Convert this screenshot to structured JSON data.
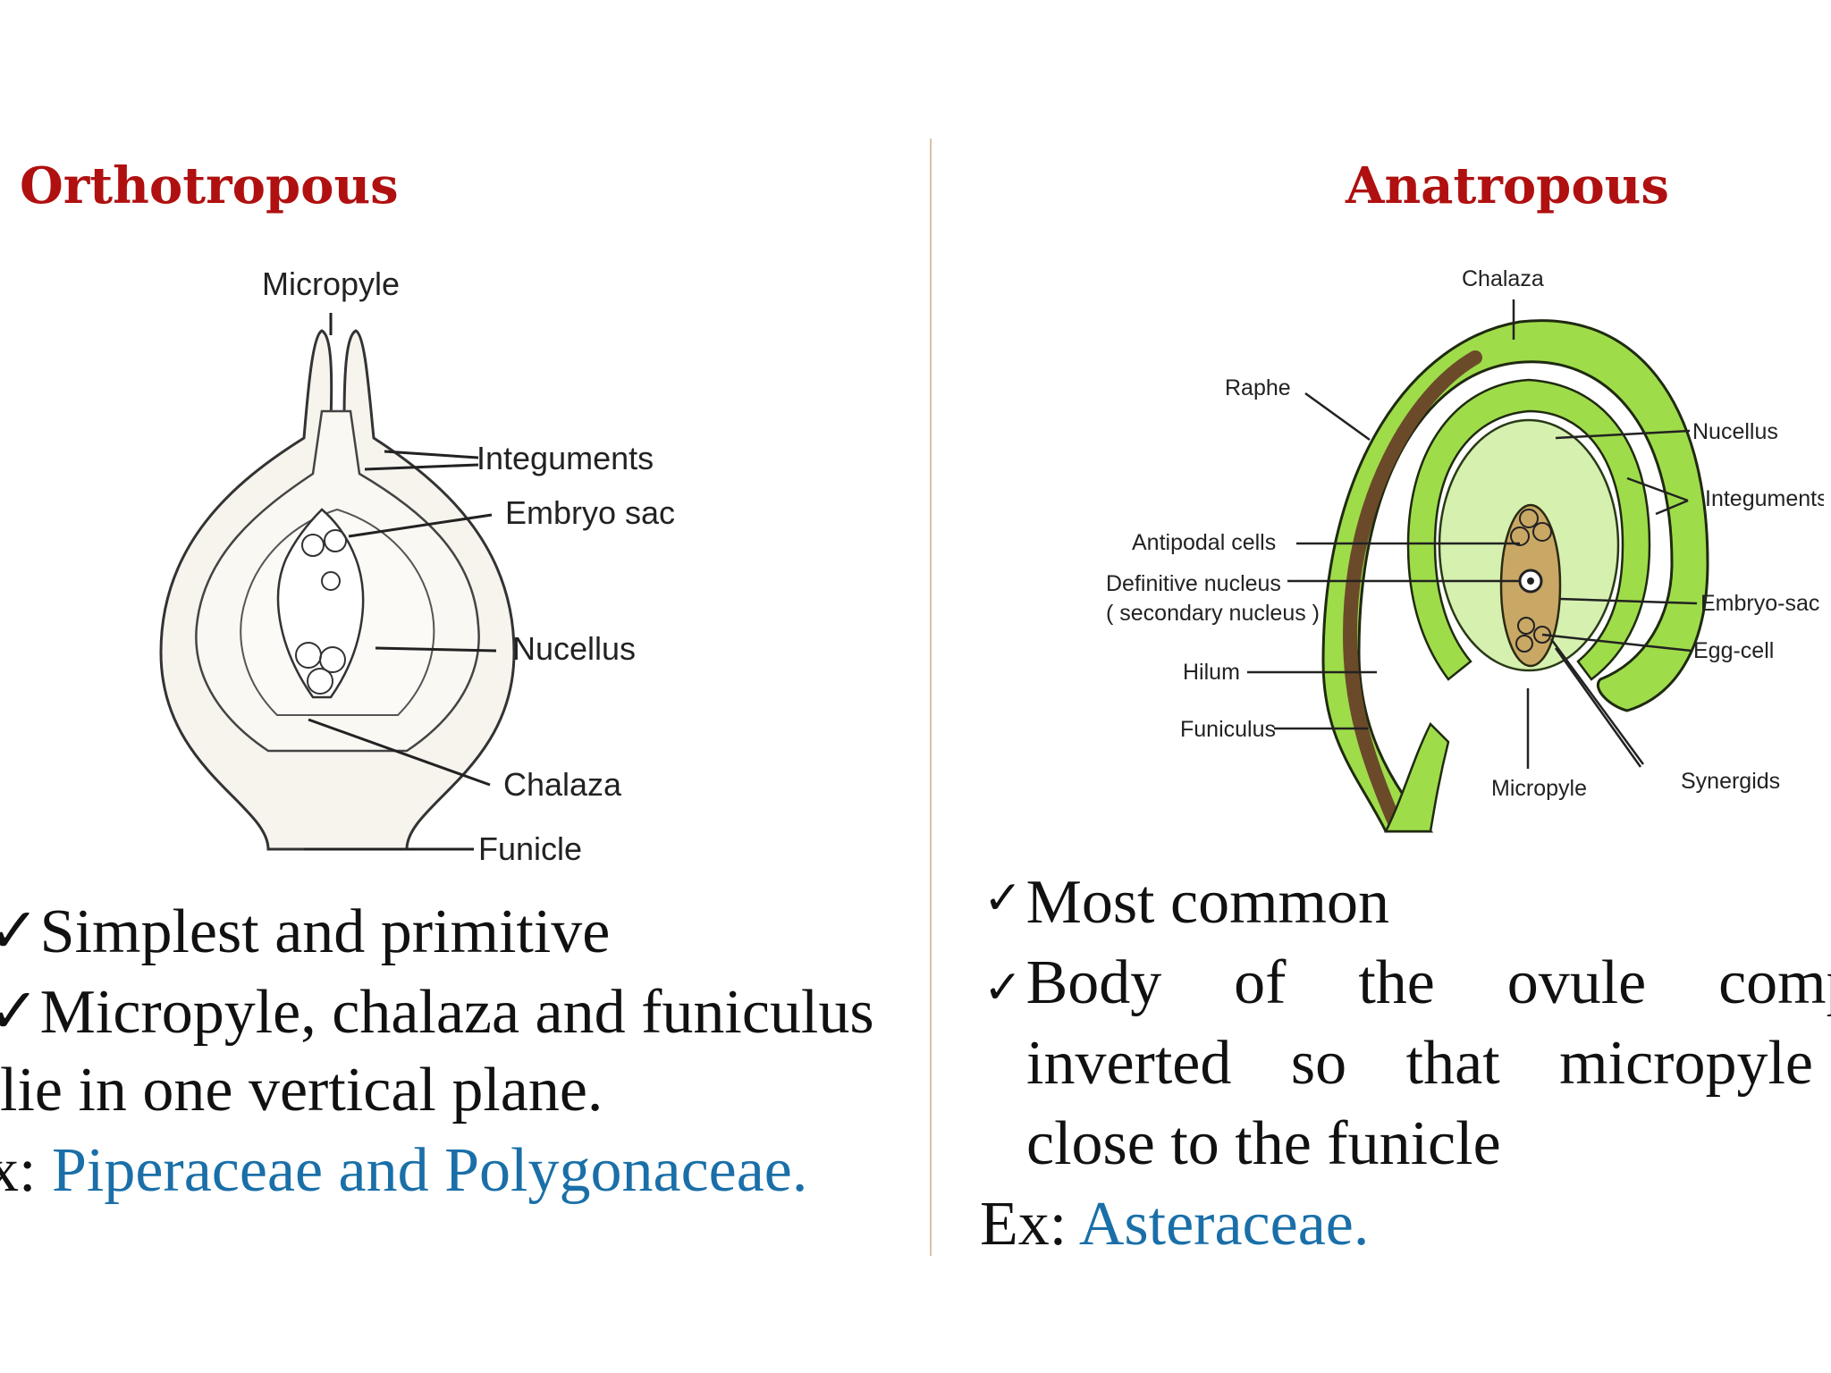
{
  "left": {
    "heading": "Orthotropous",
    "labels": {
      "micropyle": "Micropyle",
      "integuments": "Integuments",
      "embryo_sac": "Embryo sac",
      "nucellus": "Nucellus",
      "chalaza": "Chalaza",
      "funicle": "Funicle"
    },
    "bullets": {
      "b1": "Simplest and primitive",
      "b2": "Micropyle, chalaza and funiculus",
      "b2_cont": "lie in one vertical plane.",
      "ex_prefix": "x:",
      "ex_names": "Piperaceae and Polygonaceae."
    }
  },
  "right": {
    "heading": "Anatropous",
    "labels": {
      "chalaza": "Chalaza",
      "raphe": "Raphe",
      "nucellus": "Nucellus",
      "integuments": "Integuments",
      "antipodal_cells": "Antipodal cells",
      "definitive_nucleus": "Definitive nucleus",
      "secondary_nucleus": "( secondary nucleus )",
      "embryo_sac": "Embryo-sac",
      "egg_cell": "Egg-cell",
      "hilum": "Hilum",
      "funiculus": "Funiculus",
      "micropyle": "Micropyle",
      "synergids": "Synergids"
    },
    "bullets": {
      "b1": "Most common",
      "b2_words": [
        "Body",
        "of",
        "the",
        "ovule",
        "complet"
      ],
      "b2_cont_words": [
        "inverted",
        "so",
        "that",
        "micropyle"
      ],
      "b2_cont2": "close to the funicle",
      "ex_prefix": "Ex:",
      "ex_names": "Asteraceae."
    }
  },
  "colors": {
    "heading": "#b01010",
    "example_names": "#1a6fa8",
    "green_integument": "#9fdc4a",
    "green_inner": "#d6f0b0",
    "raphe_brown": "#6b4a2a"
  }
}
